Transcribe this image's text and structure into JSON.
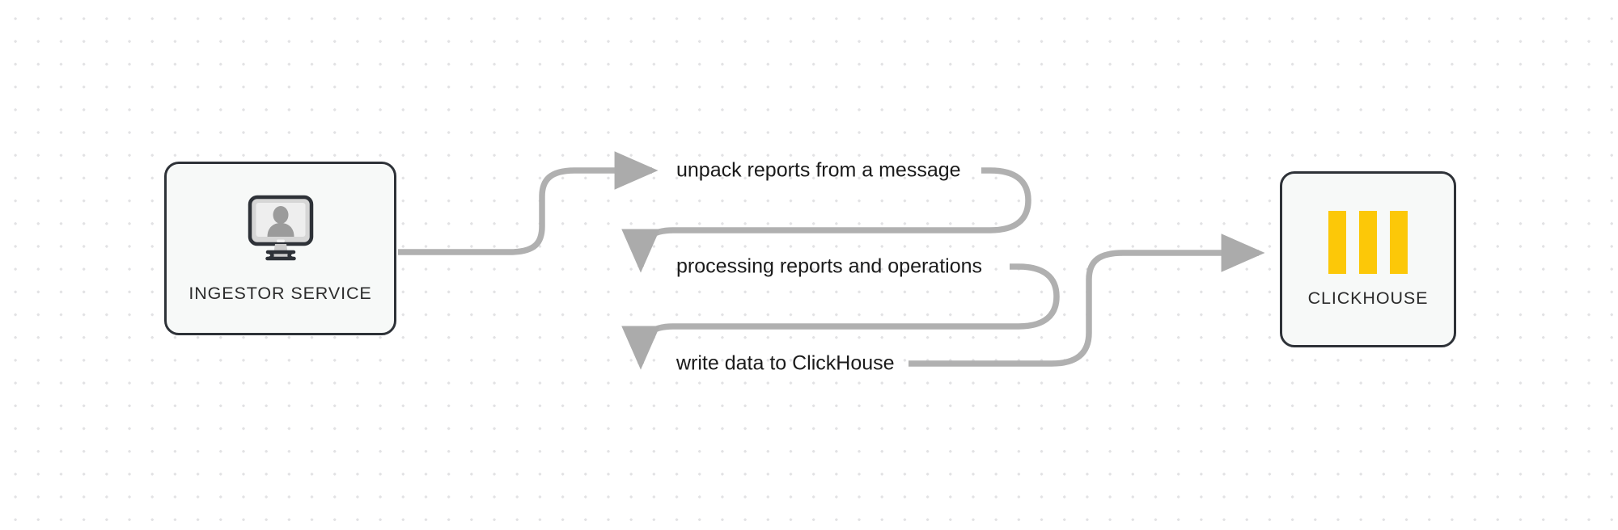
{
  "diagram": {
    "type": "flow",
    "background": {
      "style": "dot-grid",
      "dot_color": "#e2e2e4",
      "page_color": "#ffffff"
    },
    "palette": {
      "node_border": "#2e3238",
      "node_fill": "#f7f9f8",
      "edge": "#b0b0b0",
      "arrowhead": "#ababab",
      "clickhouse_yellow": "#fcc808",
      "label_text": "#1b1b1b"
    },
    "nodes": [
      {
        "id": "ingestor",
        "label": "INGESTOR SERVICE",
        "icon": "monitor-user-icon"
      },
      {
        "id": "clickhouse",
        "label": "CLICKHOUSE",
        "icon": "clickhouse-bars-icon"
      }
    ],
    "steps": [
      {
        "index": 1,
        "label": "unpack reports from a message"
      },
      {
        "index": 2,
        "label": "processing reports and operations"
      },
      {
        "index": 3,
        "label": "write data to ClickHouse"
      }
    ],
    "flow_order": [
      "ingestor",
      "unpack reports from a message",
      "processing reports and operations",
      "write data to ClickHouse",
      "clickhouse"
    ]
  }
}
